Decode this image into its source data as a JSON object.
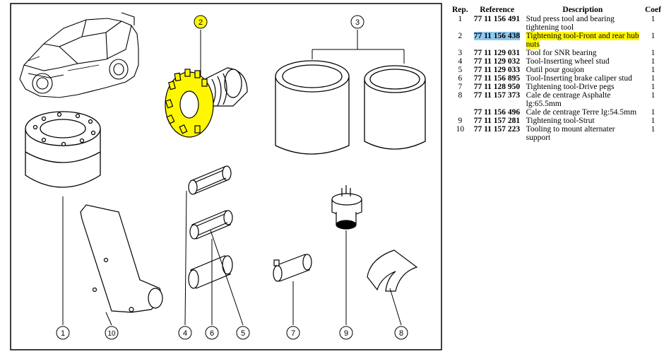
{
  "table": {
    "headers": {
      "rep": "Rep.",
      "reference": "Reference",
      "description": "Description",
      "coef": "Coef"
    },
    "rows": [
      {
        "rep": "1",
        "reference": "77 11 156 491",
        "description": "Stud press tool and bearing tightening tool",
        "coef": "1"
      },
      {
        "rep": "2",
        "reference": "77 11 156 438",
        "description": "Tightening tool-Front and rear hub nuts",
        "coef": "1",
        "highlighted": true
      },
      {
        "rep": "3",
        "reference": "77 11 129 031",
        "description": "Tool for SNR bearing",
        "coef": "1"
      },
      {
        "rep": "4",
        "reference": "77 11 129 032",
        "description": "Tool-Inserting wheel stud",
        "coef": "1"
      },
      {
        "rep": "5",
        "reference": "77 11 129 033",
        "description": "Outil pour goujon",
        "coef": "1"
      },
      {
        "rep": "6",
        "reference": "77 11 156 895",
        "description": "Tool-Inserting brake caliper stud",
        "coef": "1"
      },
      {
        "rep": "7",
        "reference": "77 11 128 950",
        "description": "Tightening tool-Drive pegs",
        "coef": "1"
      },
      {
        "rep": "8",
        "reference": "77 11 157 373",
        "description": "Cale de centrage Asphalte lg:65.5mm",
        "coef": "1"
      },
      {
        "rep": "",
        "reference": "77 11 156 496",
        "description": "Cale de centrage Terre lg:54.5mm",
        "coef": "1"
      },
      {
        "rep": "9",
        "reference": "77 11 157 281",
        "description": "Tightening tool-Strut",
        "coef": "1"
      },
      {
        "rep": "10",
        "reference": "77 11 157 223",
        "description": "Tooling to mount alternater support",
        "coef": "1"
      }
    ]
  },
  "callouts": {
    "c1": "1",
    "c2": "2",
    "c3": "3",
    "c4": "4",
    "c5": "5",
    "c6": "6",
    "c7": "7",
    "c8": "8",
    "c9": "9",
    "c10": "10"
  },
  "colors": {
    "highlight_yellow": "#fff700",
    "highlight_blue": "#8ec8ee",
    "line": "#000000"
  }
}
